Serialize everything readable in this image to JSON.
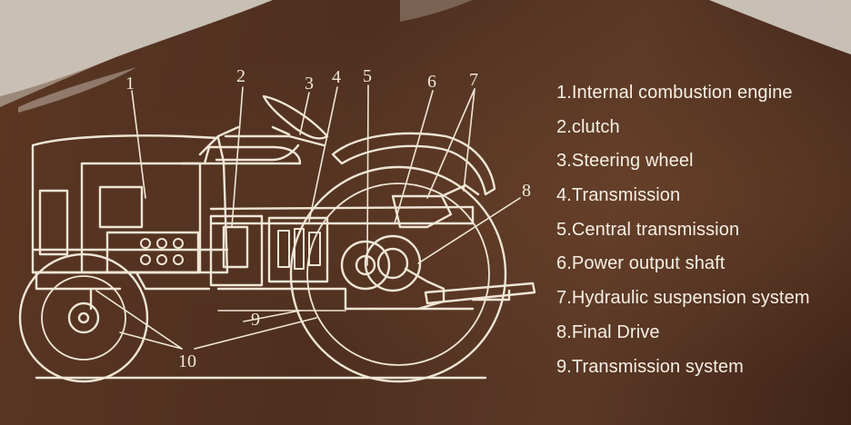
{
  "legend": [
    "1.Internal combustion engine",
    "2.clutch",
    "3.Steering wheel",
    "4.Transmission",
    "5.Central transmission",
    "6.Power output shaft",
    "7.Hydraulic suspension system",
    "8.Final Drive",
    "9.Transmission system"
  ],
  "callouts": [
    "1",
    "2",
    "3",
    "4",
    "5",
    "6",
    "7",
    "8",
    "9",
    "10"
  ],
  "colors": {
    "background": "#4e2f1f",
    "line": "#efe6d6",
    "text": "#f6efe4",
    "brush": "#d9d4cc"
  }
}
